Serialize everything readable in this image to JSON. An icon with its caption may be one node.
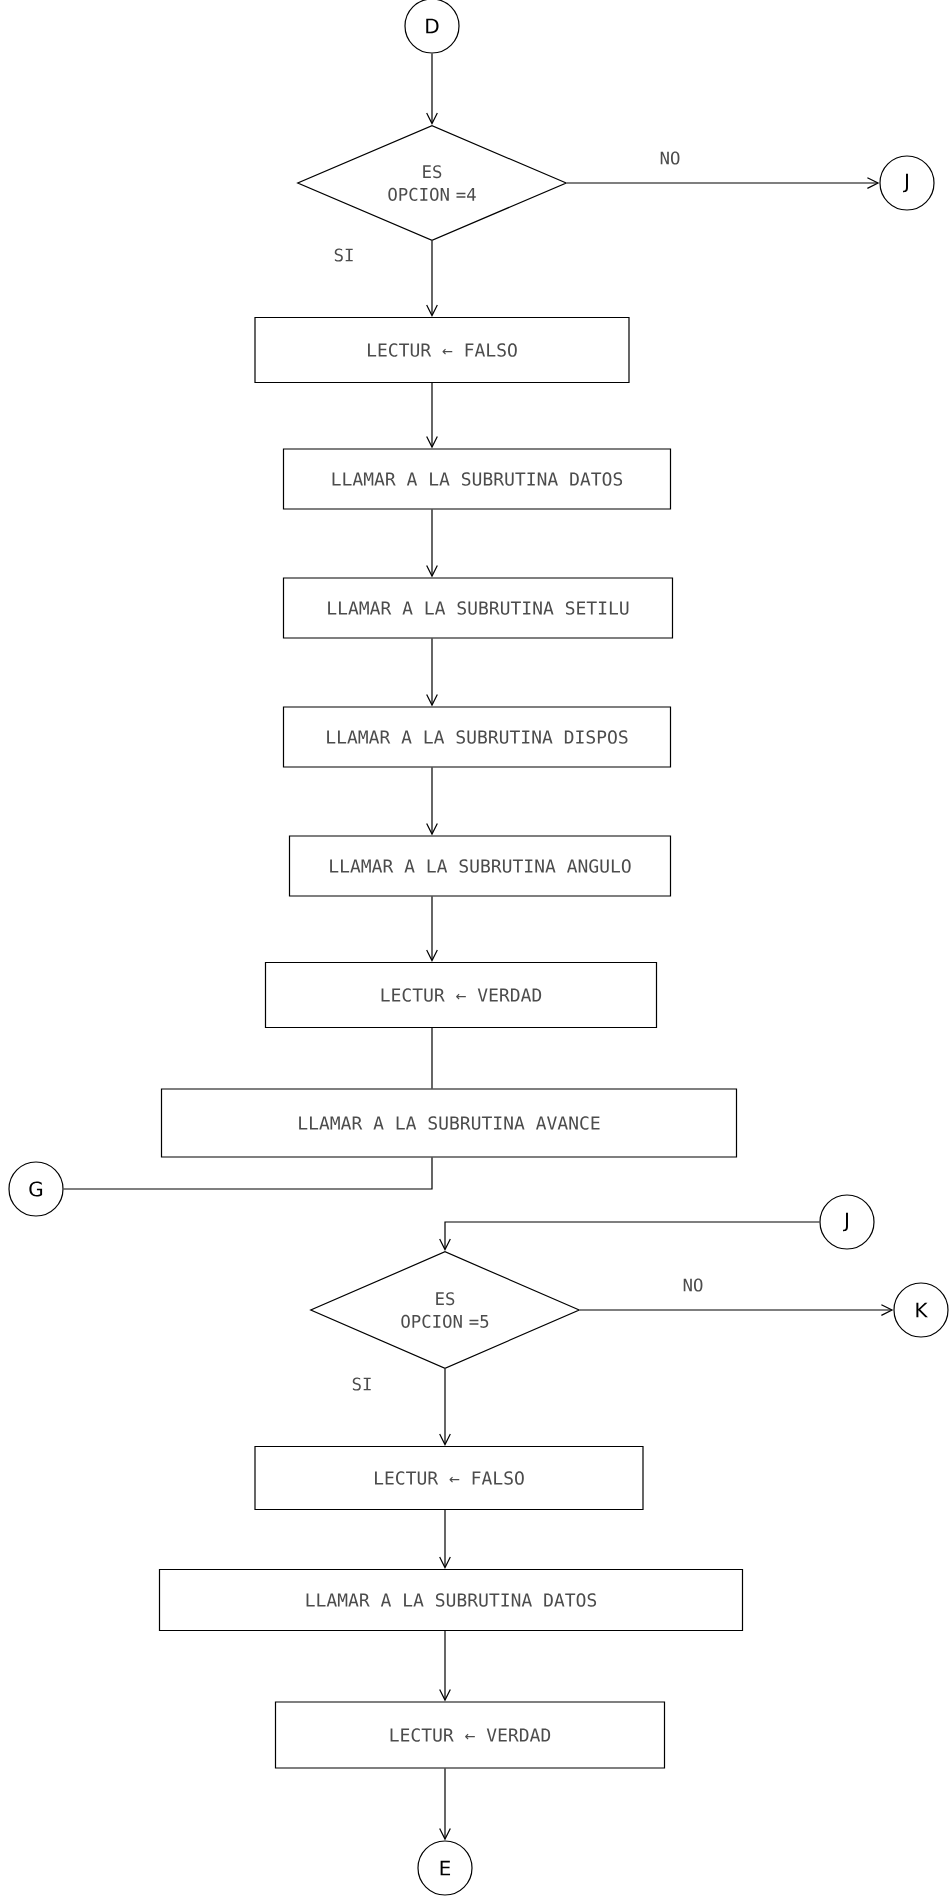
{
  "diagram": {
    "nodes": [
      {
        "text": [
          "D"
        ]
      },
      {
        "text": [
          "ES OPCION =4"
        ]
      },
      {
        "text": [
          "J"
        ]
      },
      {
        "text": [
          "LECTUR ← FALSO"
        ]
      },
      {
        "text": [
          "LLAMAR A LA SUBRUTINA DATOS"
        ]
      },
      {
        "text": [
          "LLAMAR A LA SUBRUTINA SETILU"
        ]
      },
      {
        "text": [
          "LLAMAR A LA SUBRUTINA DISPOS"
        ]
      },
      {
        "text": [
          "LLAMAR A LA SUBRUTINA ANGULO"
        ]
      },
      {
        "text": [
          "LECTUR ← VERDAD"
        ]
      },
      {
        "text": [
          "LLAMAR A LA SUBRUTINA AVANCE"
        ]
      },
      {
        "text": [
          "G"
        ]
      },
      {
        "text": [
          "J"
        ]
      },
      {
        "text": [
          "ES OPCION =5"
        ]
      },
      {
        "text": [
          "K"
        ]
      },
      {
        "text": [
          "LECTUR ← FALSO"
        ]
      },
      {
        "text": [
          "LLAMAR A LA SUBRUTINA DATOS"
        ]
      },
      {
        "text": [
          "LECTUR ← VERDAD"
        ]
      },
      {
        "text": [
          "E"
        ]
      }
    ],
    "edges": [
      {
        "from": 0,
        "to": 1,
        "arrow": "to"
      },
      {
        "from": 1,
        "to": 2,
        "arrow": "to",
        "label": "NO"
      },
      {
        "from": 1,
        "to": 3,
        "arrow": "to",
        "label": "SI"
      },
      {
        "from": 3,
        "to": 4,
        "arrow": "to"
      },
      {
        "from": 4,
        "to": 5,
        "arrow": "to"
      },
      {
        "from": 5,
        "to": 6,
        "arrow": "to"
      },
      {
        "from": 6,
        "to": 7,
        "arrow": "to"
      },
      {
        "from": 7,
        "to": 8,
        "arrow": "to"
      },
      {
        "from": 8,
        "to": 9,
        "arrow": "none"
      },
      {
        "from": 9,
        "to": 10,
        "arrow": "none"
      },
      {
        "from": 11,
        "to": 12,
        "arrow": "to"
      },
      {
        "from": 12,
        "to": 13,
        "arrow": "to",
        "label": "NO"
      },
      {
        "from": 12,
        "to": 14,
        "arrow": "to",
        "label": "SI"
      },
      {
        "from": 14,
        "to": 15,
        "arrow": "to"
      },
      {
        "from": 15,
        "to": 16,
        "arrow": "to"
      },
      {
        "from": 16,
        "to": 17,
        "arrow": "to"
      }
    ]
  }
}
